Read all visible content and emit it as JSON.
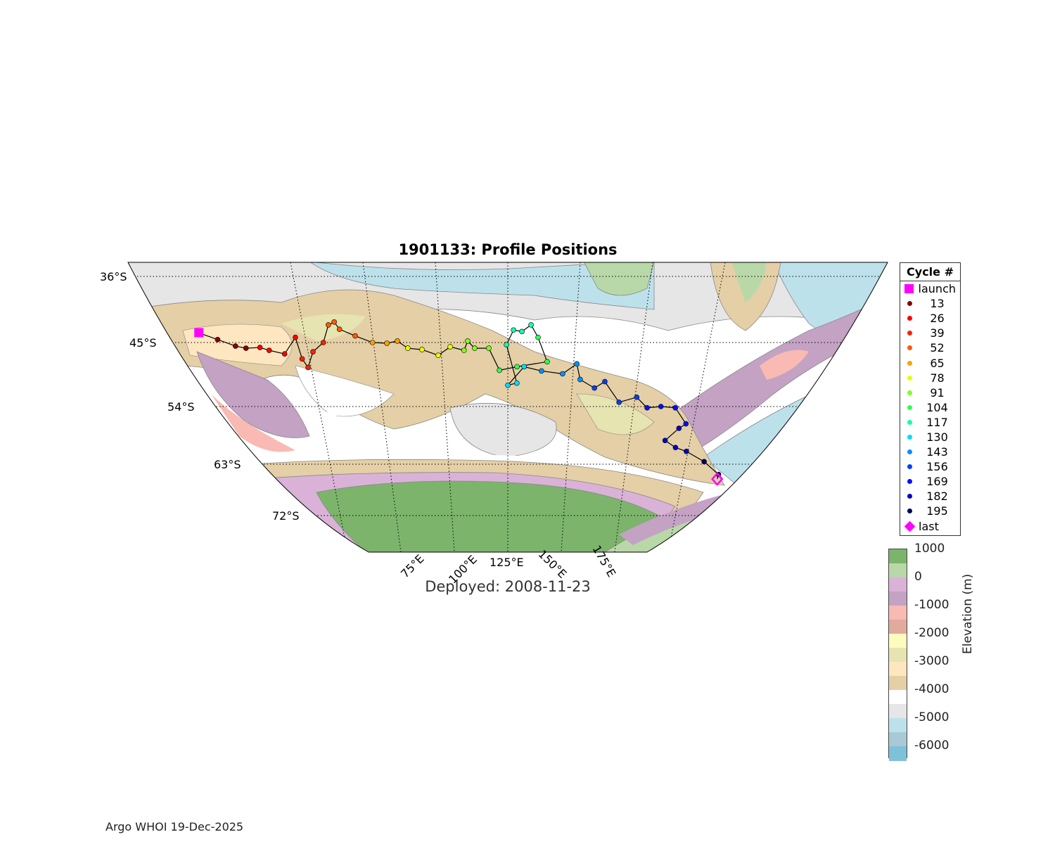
{
  "title": "1901133: Profile Positions",
  "deployed": "Deployed: 2008-11-23",
  "footer": "Argo WHOI 19-Dec-2025",
  "map": {
    "lat_labels": [
      "36°S",
      "45°S",
      "54°S",
      "63°S",
      "72°S"
    ],
    "lon_labels": [
      "75°E",
      "100°E",
      "125°E",
      "150°E",
      "175°E"
    ]
  },
  "legend": {
    "title": "Cycle #",
    "launch_label": "launch",
    "last_label": "last",
    "launch_color": "#ff00ff",
    "last_color": "#ff00ff",
    "cycles": [
      {
        "label": "13",
        "color": "#8b0000"
      },
      {
        "label": "26",
        "color": "#ff0000"
      },
      {
        "label": "39",
        "color": "#ff2000"
      },
      {
        "label": "52",
        "color": "#ff5a00"
      },
      {
        "label": "65",
        "color": "#ffa000"
      },
      {
        "label": "78",
        "color": "#e6ff00"
      },
      {
        "label": "91",
        "color": "#80ff20"
      },
      {
        "label": "104",
        "color": "#30ff50"
      },
      {
        "label": "117",
        "color": "#10ffb0"
      },
      {
        "label": "130",
        "color": "#00ddff"
      },
      {
        "label": "143",
        "color": "#0090ff"
      },
      {
        "label": "156",
        "color": "#0040ff"
      },
      {
        "label": "169",
        "color": "#0010ff"
      },
      {
        "label": "182",
        "color": "#0000c8"
      },
      {
        "label": "195",
        "color": "#000060"
      }
    ]
  },
  "colorbar": {
    "label": "Elevation (m)",
    "ticks": [
      "1000",
      "0",
      "-1000",
      "-2000",
      "-3000",
      "-4000",
      "-5000",
      "-6000"
    ],
    "bands": [
      "#7cb46c",
      "#b8d8a8",
      "#dab2d8",
      "#c4a2c4",
      "#f8bab2",
      "#e0aa9c",
      "#fffbbf",
      "#e6e4b0",
      "#fde6c0",
      "#e4cfa6",
      "#ffffff",
      "#e6e6e6",
      "#bde1ea",
      "#a9cad4",
      "#7ec2da"
    ]
  },
  "track": [
    [
      11.3,
      43.7
    ],
    [
      17.4,
      44.6
    ],
    [
      23.4,
      45.5
    ],
    [
      27.1,
      45.8
    ],
    [
      32.4,
      45.7
    ],
    [
      35.6,
      46.1
    ],
    [
      41.1,
      46.6
    ],
    [
      46.4,
      44.3
    ],
    [
      47.3,
      47.3
    ],
    [
      48.9,
      48.5
    ],
    [
      51.9,
      46.3
    ],
    [
      56.4,
      45.0
    ],
    [
      59.4,
      42.6
    ],
    [
      61.7,
      42.2
    ],
    [
      63.2,
      43.2
    ],
    [
      68.6,
      44.1
    ],
    [
      74.7,
      45.0
    ],
    [
      80.0,
      45.1
    ],
    [
      84.0,
      44.8
    ],
    [
      87.6,
      45.8
    ],
    [
      92.9,
      46.0
    ],
    [
      98.8,
      46.8
    ],
    [
      103.5,
      45.6
    ],
    [
      108.6,
      46.1
    ],
    [
      110.1,
      44.8
    ],
    [
      112.6,
      45.8
    ],
    [
      117.9,
      45.8
    ],
    [
      121.8,
      48.9
    ],
    [
      128.5,
      48.4
    ],
    [
      139.9,
      47.7
    ],
    [
      136.2,
      44.3
    ],
    [
      133.5,
      42.6
    ],
    [
      130.2,
      43.5
    ],
    [
      127.1,
      43.3
    ],
    [
      124.5,
      45.3
    ],
    [
      128.5,
      50.7
    ],
    [
      125.0,
      51.0
    ],
    [
      131.2,
      48.4
    ],
    [
      137.9,
      49.0
    ],
    [
      146.0,
      49.4
    ],
    [
      151.2,
      48.0
    ],
    [
      152.9,
      50.2
    ],
    [
      158.7,
      51.4
    ],
    [
      162.5,
      50.5
    ],
    [
      168.9,
      53.4
    ],
    [
      175.6,
      52.7
    ],
    [
      180.3,
      54.2
    ],
    [
      185.7,
      54.0
    ],
    [
      191.5,
      54.2
    ],
    [
      196.9,
      56.7
    ],
    [
      194.4,
      57.4
    ],
    [
      189.6,
      59.3
    ],
    [
      194.4,
      60.4
    ],
    [
      199.2,
      61.0
    ],
    [
      207.5,
      62.6
    ],
    [
      214.8,
      64.8
    ],
    [
      214.7,
      65.6
    ]
  ]
}
